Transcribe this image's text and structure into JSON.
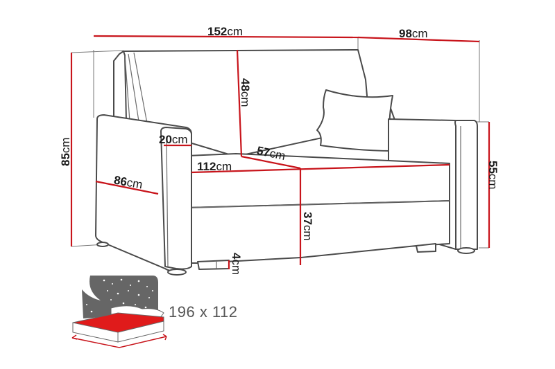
{
  "diagram": {
    "subject": "sofa bed dimension drawing",
    "colors": {
      "dimension_line": "#c8141b",
      "outline": "#4a4a4a",
      "background": "#ffffff",
      "night_icon": "#666666",
      "bed_fill": "#e01b1b"
    },
    "dimensions": {
      "total_width": {
        "value": "152",
        "unit": "cm"
      },
      "depth": {
        "value": "98",
        "unit": "cm"
      },
      "total_height": {
        "value": "85",
        "unit": "cm"
      },
      "backrest_height": {
        "value": "48",
        "unit": "cm"
      },
      "armrest_width": {
        "value": "20",
        "unit": "cm"
      },
      "armrest_depth": {
        "value": "86",
        "unit": "cm"
      },
      "seat_width": {
        "value": "112",
        "unit": "cm"
      },
      "seat_depth": {
        "value": "57",
        "unit": "cm"
      },
      "armrest_height": {
        "value": "55",
        "unit": "cm"
      },
      "seat_height": {
        "value": "37",
        "unit": "cm"
      },
      "leg_height": {
        "value": "4",
        "unit": "cm"
      }
    },
    "sleeping_area": {
      "icon": "bed-night-icon",
      "label": "196 x 112"
    }
  }
}
